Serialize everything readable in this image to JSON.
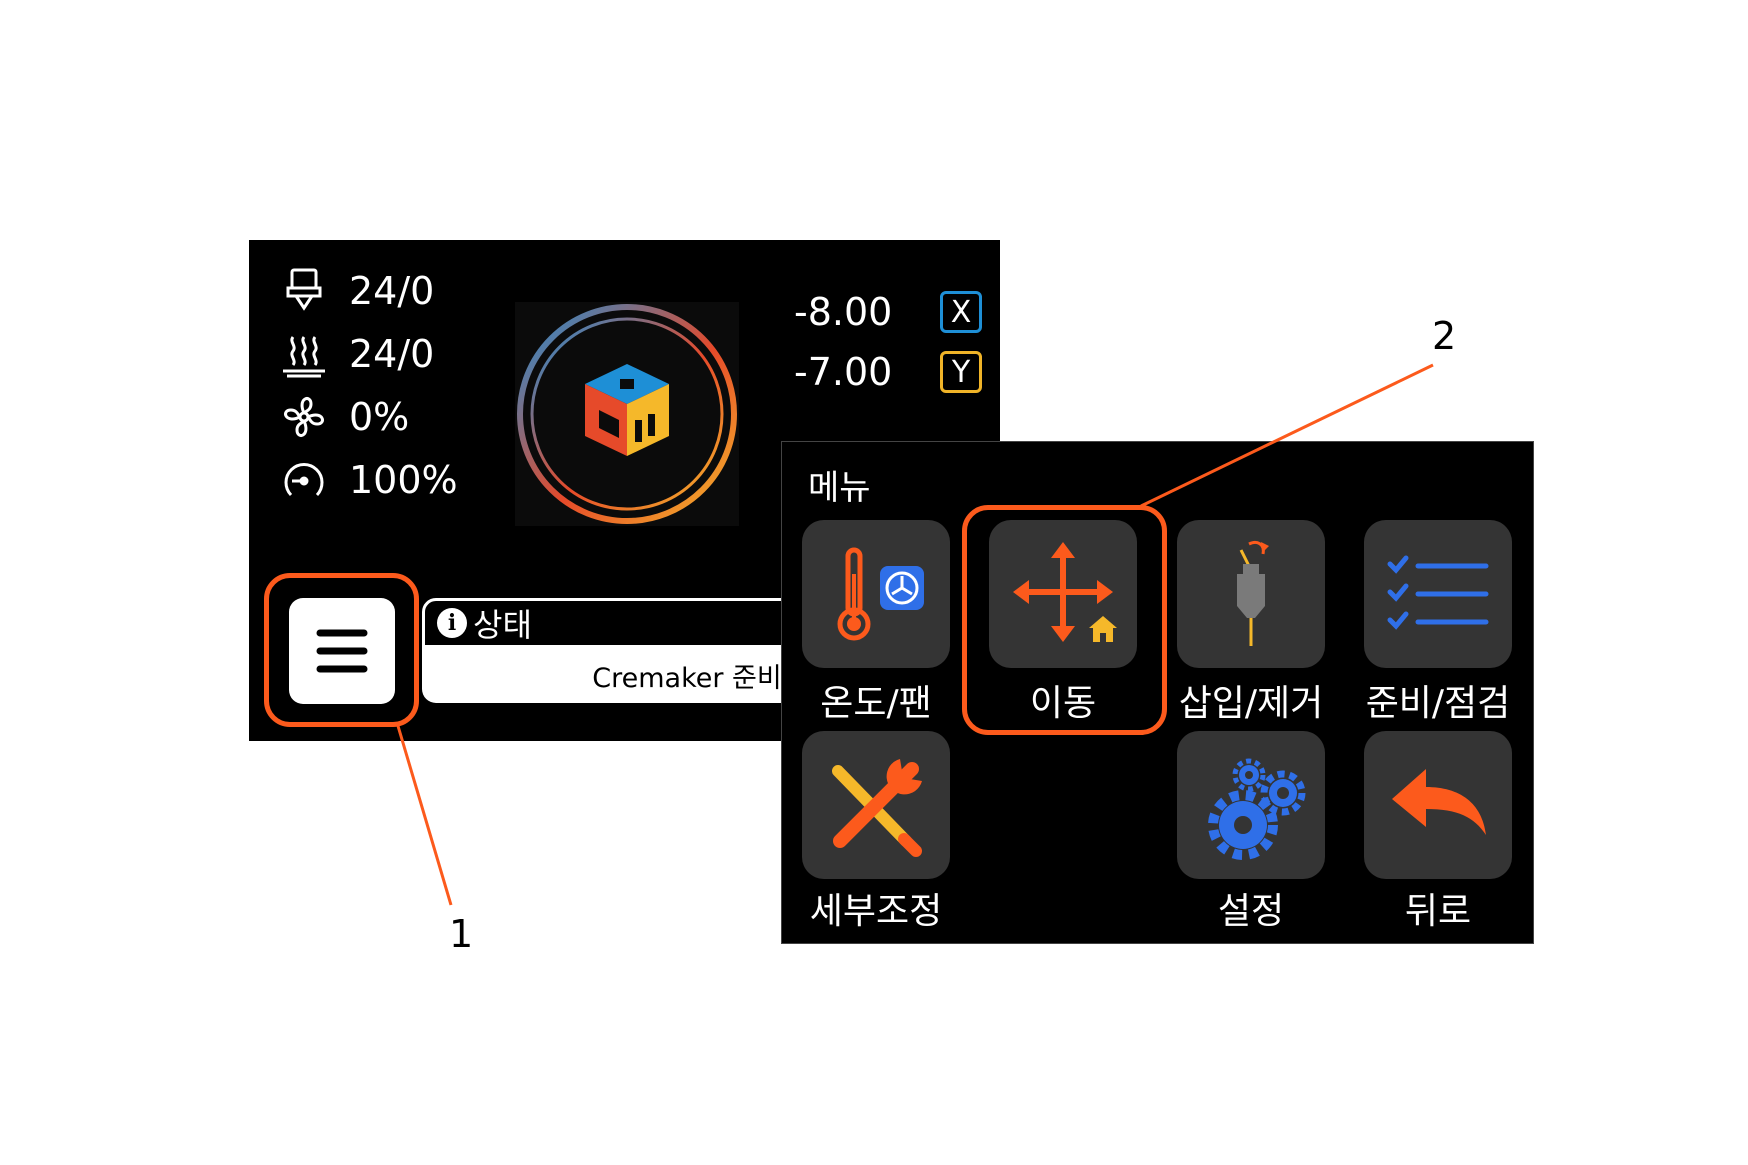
{
  "status_screen": {
    "stats": [
      {
        "icon": "nozzle-icon",
        "value": "24/0"
      },
      {
        "icon": "heated-bed-icon",
        "value": "24/0"
      },
      {
        "icon": "fan-icon",
        "value": "0%"
      },
      {
        "icon": "speed-gauge-icon",
        "value": "100%"
      }
    ],
    "coords": [
      {
        "value": "-8.00",
        "axis": "X",
        "color": "#1e8fd6"
      },
      {
        "value": "-7.00",
        "axis": "Y",
        "color": "#f0b428"
      }
    ],
    "status": {
      "title": "상태",
      "info_glyph": "i",
      "message": "Cremaker 준비"
    }
  },
  "menu_screen": {
    "title": "메뉴",
    "items": [
      {
        "label": "온도/팬",
        "icon": "thermometer-fan-icon"
      },
      {
        "label": "이동",
        "icon": "move-arrows-home-icon"
      },
      {
        "label": "삽입/제거",
        "icon": "filament-load-icon"
      },
      {
        "label": "준비/점검",
        "icon": "checklist-icon"
      },
      {
        "label": "세부조정",
        "icon": "tools-icon"
      },
      {
        "label": "설정",
        "icon": "gears-icon"
      },
      {
        "label": "뒤로",
        "icon": "back-arrow-icon"
      }
    ]
  },
  "callouts": [
    {
      "label": "1"
    },
    {
      "label": "2"
    }
  ],
  "colors": {
    "highlight": "#fc5a1c",
    "accent_blue": "#2f6fe8",
    "accent_orange": "#fc5a1c",
    "accent_yellow": "#f5b82a"
  }
}
